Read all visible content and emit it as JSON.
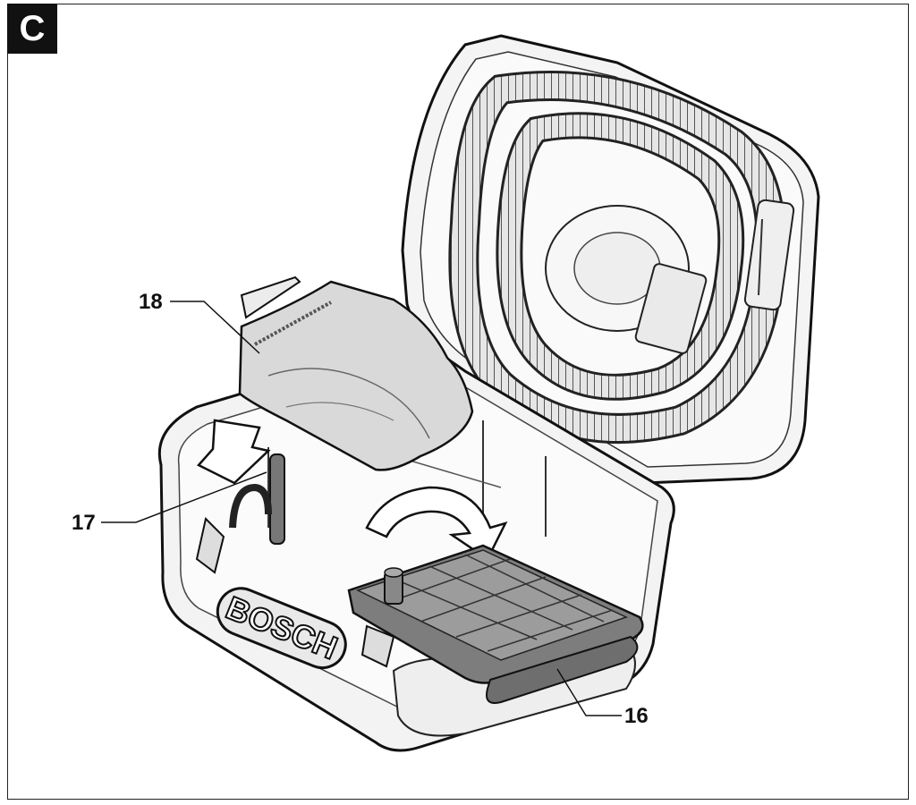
{
  "figure": {
    "badge": "C",
    "brand_text": "BOSCH",
    "callouts": [
      {
        "id": "18",
        "label": "18"
      },
      {
        "id": "17",
        "label": "17"
      },
      {
        "id": "16",
        "label": "16"
      }
    ]
  }
}
